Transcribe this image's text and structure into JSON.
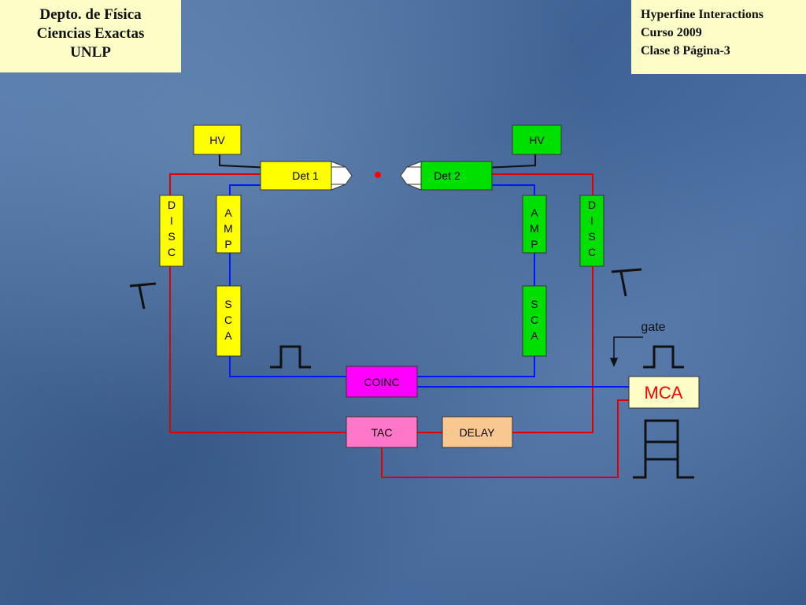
{
  "header_left": {
    "line1": "Depto. de Física",
    "line2": "Ciencias Exactas",
    "line3": "UNLP"
  },
  "header_right": {
    "line1": "Hyperfine Interactions",
    "line2": "Curso 2009",
    "line3": "Clase 8  Página-3"
  },
  "diagram": {
    "hv_left": "HV",
    "hv_right": "HV",
    "det1": "Det 1",
    "det2": "Det 2",
    "disc_left": [
      "D",
      "I",
      "S",
      "C"
    ],
    "disc_right": [
      "D",
      "I",
      "S",
      "C"
    ],
    "amp_left": [
      "A",
      "M",
      "P"
    ],
    "amp_right": [
      "A",
      "M",
      "P"
    ],
    "sca_left": [
      "S",
      "C",
      "A"
    ],
    "sca_right": [
      "S",
      "C",
      "A"
    ],
    "coinc": "COINC",
    "tac": "TAC",
    "delay": "DELAY",
    "mca": "MCA",
    "gate": "gate"
  },
  "colors": {
    "hv": "#ffff00",
    "det1": "#ffff00",
    "det2": "#00e000",
    "disc_amp_sca_left": "#ffff00",
    "disc_amp_sca_right": "#00e000",
    "coinc": "#ff00ff",
    "tac": "#ff77c8",
    "delay": "#f9c890",
    "mca": "#fdfdc8",
    "red_wire": "#e00000",
    "blue_wire": "#0018ff",
    "source_dot": "#ff0000"
  }
}
